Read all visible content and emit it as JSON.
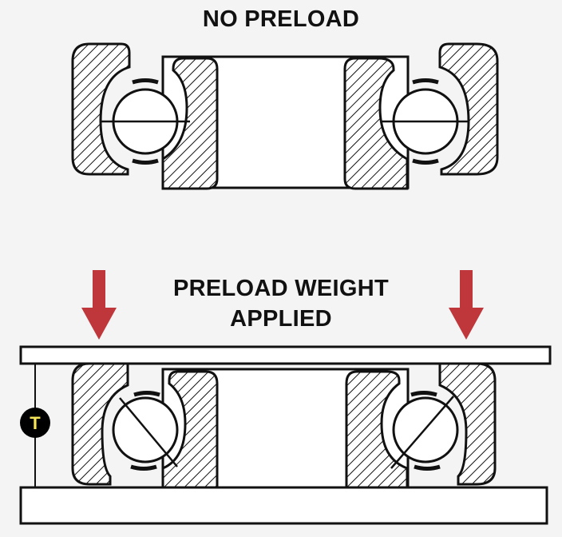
{
  "top_section": {
    "title": "NO PRELOAD"
  },
  "bottom_section": {
    "title_line1": "PRELOAD WEIGHT",
    "title_line2": "APPLIED"
  },
  "thickness_marker": {
    "label": "T"
  },
  "colors": {
    "arrow": "#c0373b",
    "badge_bg": "#000000",
    "badge_text": "#f7e65a",
    "outline": "#111111",
    "plate_fill": "#ffffff",
    "background": "#f4f4f4"
  },
  "icons": {
    "arrow_left": "down-arrow-icon",
    "arrow_right": "down-arrow-icon"
  }
}
